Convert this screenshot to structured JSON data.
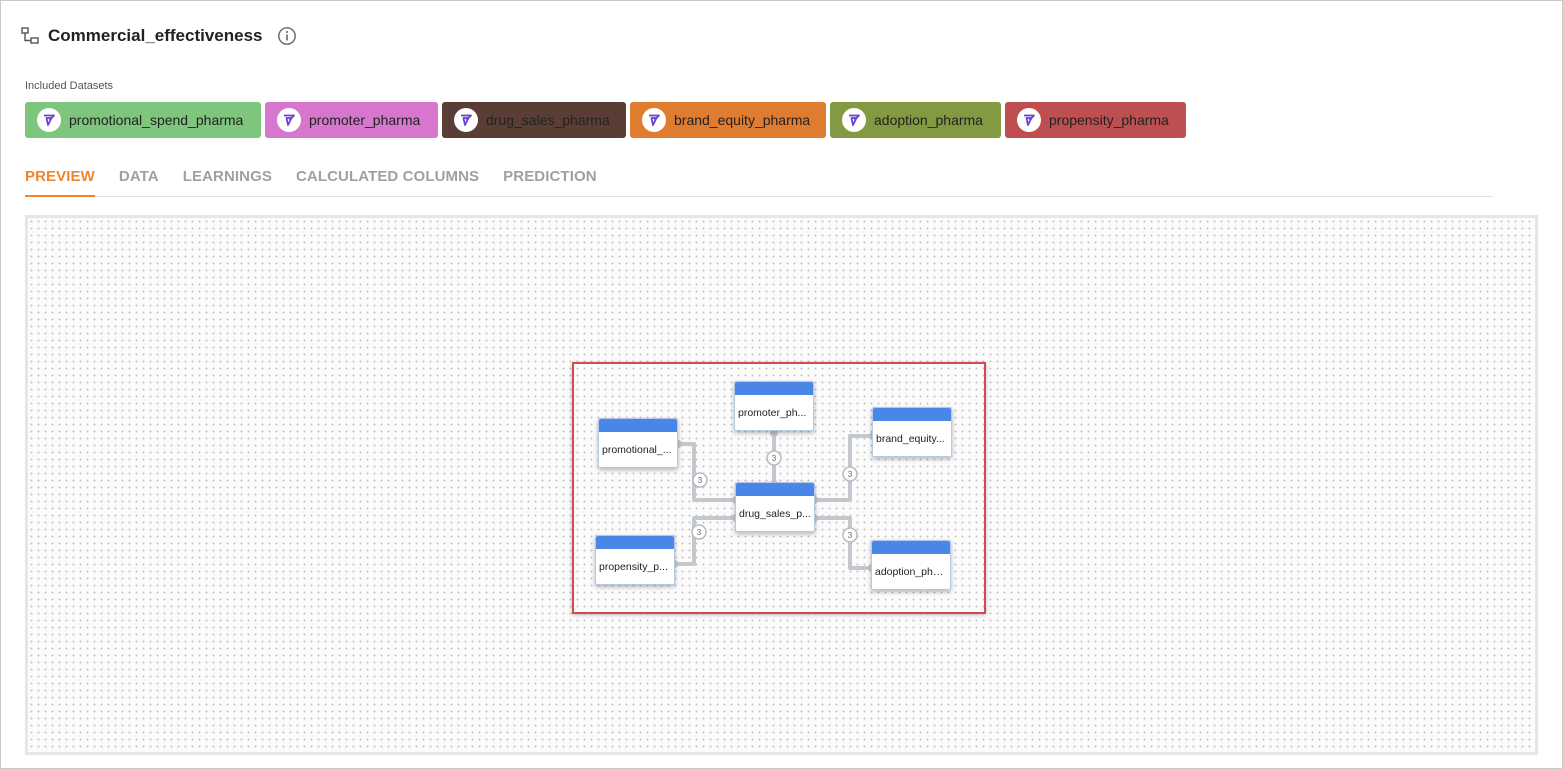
{
  "header": {
    "title": "Commercial_effectiveness"
  },
  "datasets": {
    "label": "Included Datasets",
    "items": [
      {
        "label": "promotional_spend_pharma",
        "color": "#7ec57d"
      },
      {
        "label": "promoter_pharma",
        "color": "#d677cd"
      },
      {
        "label": "drug_sales_pharma",
        "color": "#5a3e36"
      },
      {
        "label": "brand_equity_pharma",
        "color": "#e07c30"
      },
      {
        "label": "adoption_pharma",
        "color": "#849a42"
      },
      {
        "label": "propensity_pharma",
        "color": "#bf4e50"
      }
    ]
  },
  "tabs": [
    {
      "label": "PREVIEW",
      "active": true
    },
    {
      "label": "DATA"
    },
    {
      "label": "LEARNINGS"
    },
    {
      "label": "CALCULATED COLUMNS"
    },
    {
      "label": "PREDICTION"
    }
  ],
  "diagram": {
    "nodes": [
      {
        "id": "promotional",
        "label": "promotional_..."
      },
      {
        "id": "promoter",
        "label": "promoter_ph..."
      },
      {
        "id": "brand",
        "label": "brand_equity..."
      },
      {
        "id": "drug",
        "label": "drug_sales_p..."
      },
      {
        "id": "propensity",
        "label": "propensity_p..."
      },
      {
        "id": "adoption",
        "label": "adoption_pha..."
      }
    ],
    "links": [
      {
        "from": "promotional",
        "to": "drug",
        "badge": "3"
      },
      {
        "from": "promoter",
        "to": "drug",
        "badge": "3"
      },
      {
        "from": "brand",
        "to": "drug",
        "badge": "3"
      },
      {
        "from": "propensity",
        "to": "drug",
        "badge": "3"
      },
      {
        "from": "adoption",
        "to": "drug",
        "badge": "3"
      }
    ]
  },
  "colors": {
    "accent": "#f0862e",
    "node_header": "#4a86e8",
    "selection": "#d9484d",
    "dataset_icon": "#6a3fd8"
  }
}
